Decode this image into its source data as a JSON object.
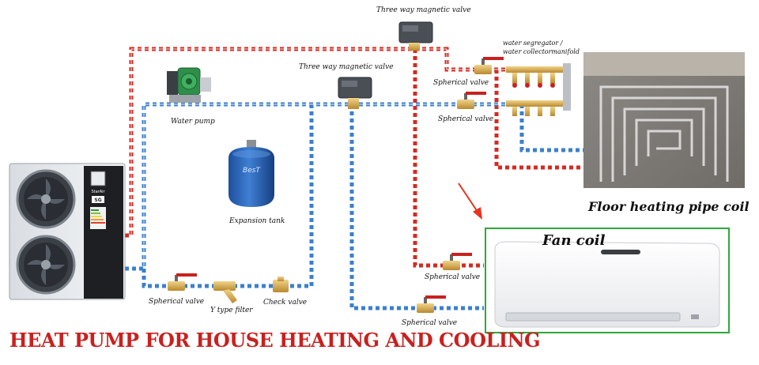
{
  "title": "HEAT PUMP FOR HOUSE HEATING AND COOLING",
  "labels": {
    "three_way_valve_top": "Three way magnetic valve",
    "three_way_valve_mid": "Three way magnetic valve",
    "water_segregator_line1": "water segregator /",
    "water_segregator_line2": "water collectormanifold",
    "water_pump": "Water pump",
    "expansion_tank": "Expansion tank",
    "spherical_valve_manifold_top": "Spherical valve",
    "spherical_valve_manifold_bottom": "Spherical valve",
    "spherical_valve_fan_top": "Spherical valve",
    "spherical_valve_fan_bottom": "Spherical valve",
    "spherical_valve_left": "Spherical valve",
    "y_type_filter": "Y type filter",
    "check_valve": "Check valve",
    "floor_heating": "Floor heating pipe coil",
    "fan_coil": "Fan coil"
  },
  "device_text": {
    "heat_pump_brand": "StarAir",
    "heat_pump_badge": "SG",
    "tank_brand": "BesT"
  },
  "colors": {
    "hot_pipe": "#d42a22",
    "cold_pipe": "#3b7fd0",
    "title": "#c8211f",
    "fan_coil_border": "#2fa83b",
    "arrow": "#e8321f"
  }
}
